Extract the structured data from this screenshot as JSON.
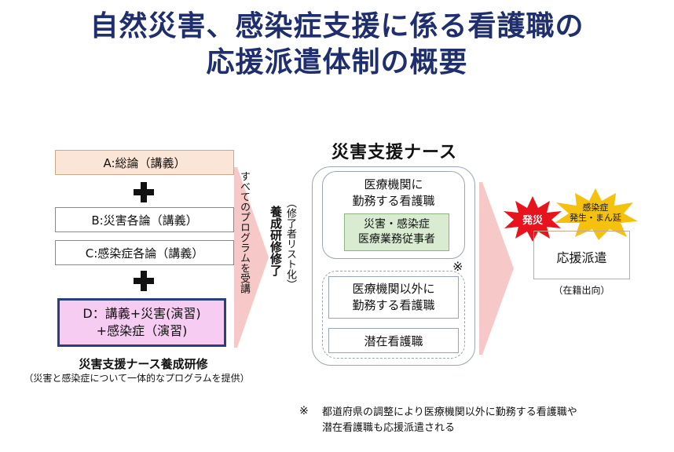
{
  "title": {
    "line1": "自然災害、感染症支援に係る看護職の",
    "line2": "応援派遣体制の概要"
  },
  "training": {
    "a": "A:総論（講義）",
    "b": "B:災害各論（講義）",
    "c": "C:感染症各論（講義）",
    "d_line1": "D：講義+災害(演習)",
    "d_line2": "+感染症（演習)",
    "name": "災害支援ナース養成研修",
    "note": "（災害と感染症について一体的なプログラムを提供）"
  },
  "arrow1": {
    "text": "すべてのプログラムを受講"
  },
  "completion": {
    "main": "養成研修修了",
    "sub": "（修了者リスト化）"
  },
  "nurse": {
    "title": "災害支援ナース",
    "hospital_line1": "医療機関に",
    "hospital_line2": "勤務する看護職",
    "staff_line1": "災害・感染症",
    "staff_line2": "医療業務従事者",
    "mark": "※",
    "other_line1": "医療機関以外に",
    "other_line2": "勤務する看護職",
    "latent": "潜在看護職"
  },
  "dispatch": {
    "burst_disaster": "発災",
    "burst_infection_line1": "感染症",
    "burst_infection_line2": "発生・まん延",
    "box": "応援派遣",
    "sub": "（在籍出向）"
  },
  "footnote": {
    "mark": "※",
    "line1": "都道府県の調整により医療機関以外に勤務する看護職や",
    "line2": "潜在看護職も応援派遣される"
  },
  "colors": {
    "title": "#1f2f6e",
    "box_a": "#fbe5d6",
    "box_d": "#f6ccf2",
    "box_d_border": "#2b3f7c",
    "staff_box": "#d9ecd2",
    "arrow": "#f7c8c8",
    "burst_disaster": "#e8141d",
    "burst_infection": "#f4c10f"
  }
}
